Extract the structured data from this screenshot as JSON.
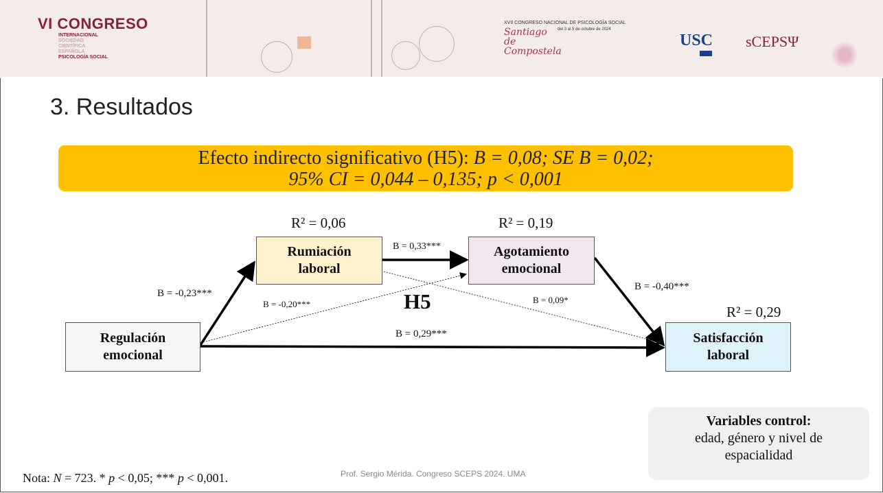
{
  "banner": {
    "logo_title": "VI CONGRESO",
    "logo_lines": [
      "INTERNACIONAL",
      "SOCIEDAD",
      "CIENTÍFICA",
      "ESPAÑOLA",
      "PSICOLOGÍA SOCIAL"
    ],
    "congress_line": "XVII CONGRESO NACIONAL DE PSICOLOGÍA SOCIAL",
    "city": "Santiago de Compostela",
    "dates": "del 3 al 5 de octubre de 2024",
    "usc": "USC",
    "sceps": "sCEPSΨ"
  },
  "slide": {
    "title": "3. Resultados",
    "callout": {
      "lead": "Efecto indirecto significativo (H5): ",
      "line1_italic": "B = 0,08; SE B = 0,02;",
      "line2_italic": "95% CI = 0,044 – 0,135; p < 0,001"
    }
  },
  "diagram": {
    "nodes": {
      "regulacion": {
        "line1": "Regulación",
        "line2": "emocional",
        "color": "#f7f7f7"
      },
      "rumiacion": {
        "line1": "Rumiación",
        "line2": "laboral",
        "color": "#fff2cc",
        "r2": "R² = 0,06"
      },
      "agotamiento": {
        "line1": "Agotamiento",
        "line2": "emocional",
        "color": "#f2e6f0",
        "r2": "R² = 0,19"
      },
      "satisfaccion": {
        "line1": "Satisfacción",
        "line2": "laboral",
        "color": "#dff3fa",
        "r2": "R² = 0,29"
      }
    },
    "paths": {
      "reg_rum": "B = -0,23***",
      "rum_ago": "B = 0,33***",
      "reg_ago": "B = -0,20***",
      "ago_sat": "B = -0,40***",
      "rum_sat": "B = 0,09*",
      "reg_sat": "B = 0,29***"
    },
    "hypothesis": "H5"
  },
  "control_box": {
    "heading": "Variables control:",
    "line1": "edad, género y nivel de",
    "line2": "espacialidad"
  },
  "note": {
    "prefix": "Nota: ",
    "n_italic": "N",
    "n_text": " = 723. * ",
    "p1_italic": "p",
    "p1_text": " < 0,05; *** ",
    "p2_italic": "p",
    "p2_text": " < 0,001."
  },
  "footer": "Prof. Sergio Mérida. Congreso SCEPS 2024. UMA"
}
